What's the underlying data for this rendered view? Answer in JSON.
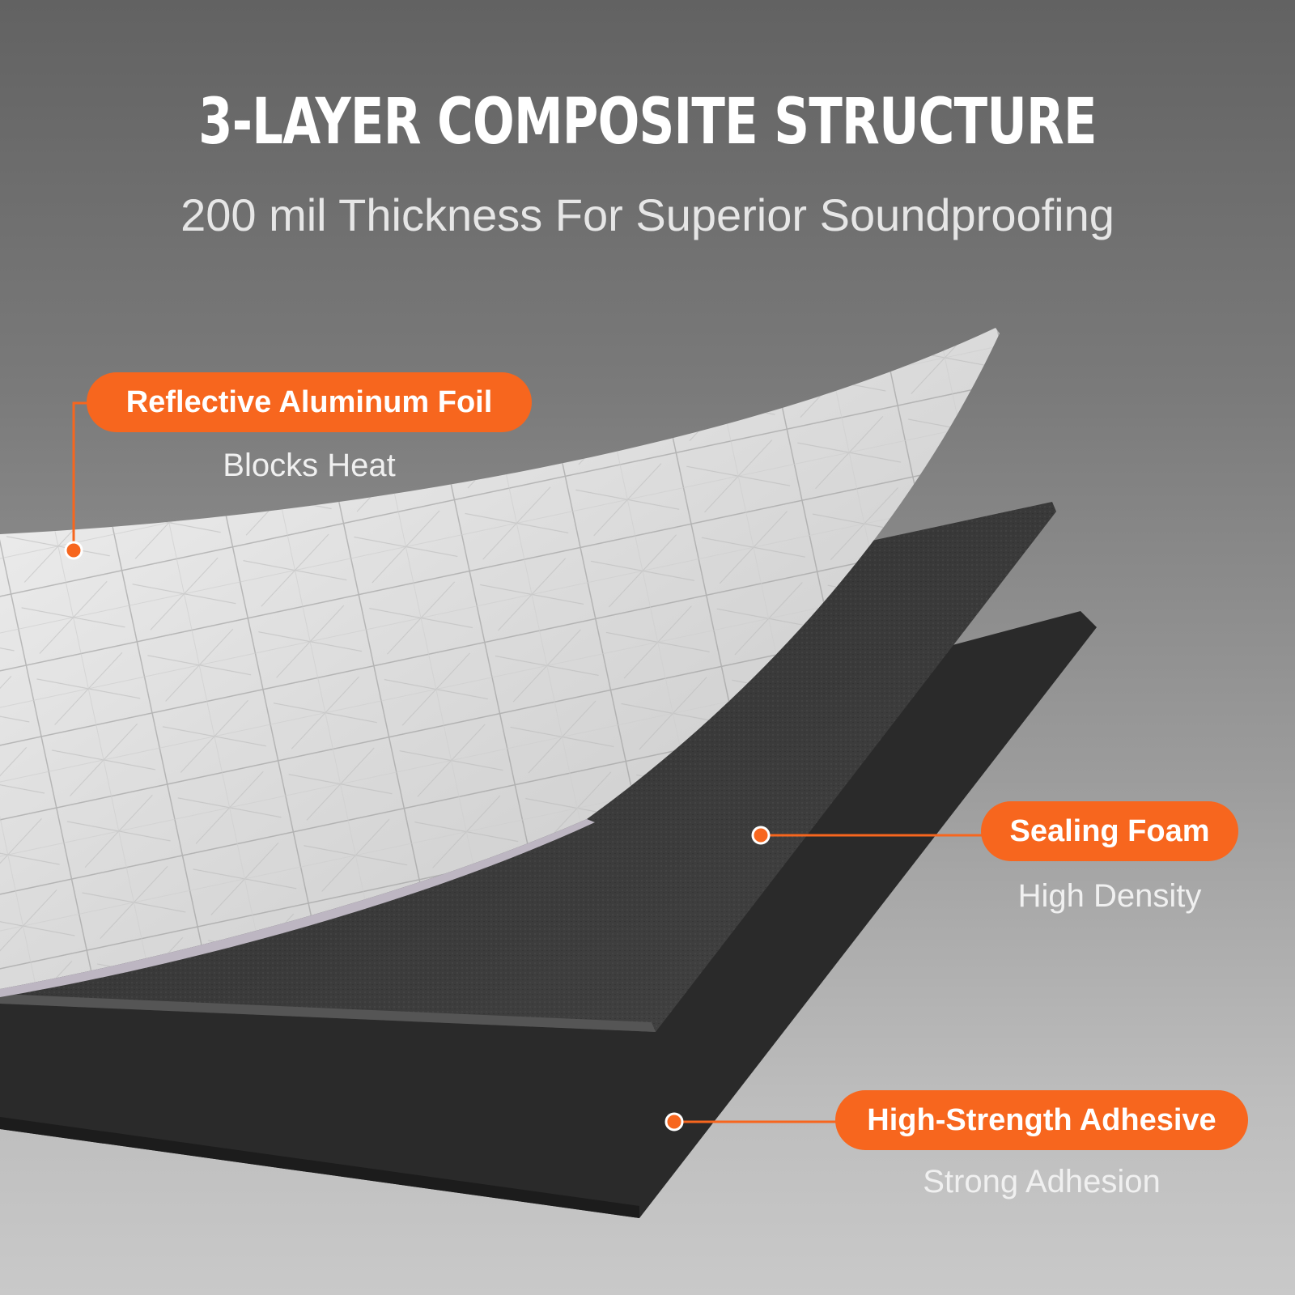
{
  "header": {
    "title": "3-LAYER COMPOSITE STRUCTURE",
    "subtitle": "200 mil Thickness For Superior Soundproofing"
  },
  "layers": [
    {
      "name": "Reflective Aluminum Foil",
      "description": "Blocks Heat"
    },
    {
      "name": "Sealing Foam",
      "description": "High Density"
    },
    {
      "name": "High-Strength Adhesive",
      "description": "Strong Adhesion"
    }
  ],
  "colors": {
    "accent": "#f7661e",
    "foil": "#d9d9d9",
    "foam": "#3a3a3a",
    "adhesive": "#262626"
  }
}
